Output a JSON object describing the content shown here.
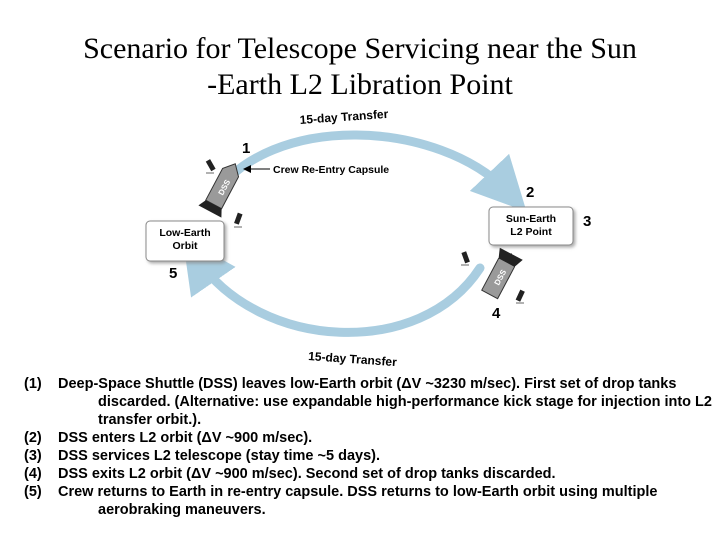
{
  "title_line1": "Scenario for Telescope Servicing near the Sun",
  "title_line2": "-Earth L2 Libration Point",
  "diagram": {
    "transfer_top": "15-day Transfer",
    "transfer_bottom": "15-day Transfer",
    "crew_capsule": "Crew Re-Entry Capsule",
    "leo_line1": "Low-Earth",
    "leo_line2": "Orbit",
    "l2_line1": "Sun-Earth",
    "l2_line2": "L2 Point",
    "dss_label": "DSS",
    "marker_1": "1",
    "marker_2": "2",
    "marker_3": "3",
    "marker_4": "4",
    "marker_5": "5"
  },
  "steps": [
    {
      "num": "(1)",
      "text": "Deep-Space Shuttle (DSS) leaves low-Earth orbit (ΔV ~3230 m/sec). First set of drop tanks discarded. (Alternative: use expandable high-performance kick stage for injection into L2 transfer orbit.)."
    },
    {
      "num": "(2)",
      "text": "DSS enters L2 orbit (ΔV ~900 m/sec)."
    },
    {
      "num": "(3)",
      "text": "DSS services L2 telescope (stay time ~5 days)."
    },
    {
      "num": "(4)",
      "text": "DSS exits L2 orbit (ΔV ~900 m/sec). Second set of drop tanks discarded."
    },
    {
      "num": "(5)",
      "text": "Crew returns to Earth in re-entry capsule. DSS returns to low-Earth orbit using multiple aerobraking maneuvers."
    }
  ],
  "colors": {
    "arrow": "#a9cde0",
    "box_fill": "#ffffff",
    "box_stroke": "#888888",
    "craft_fill": "#9a9a9a",
    "text": "#000000"
  }
}
